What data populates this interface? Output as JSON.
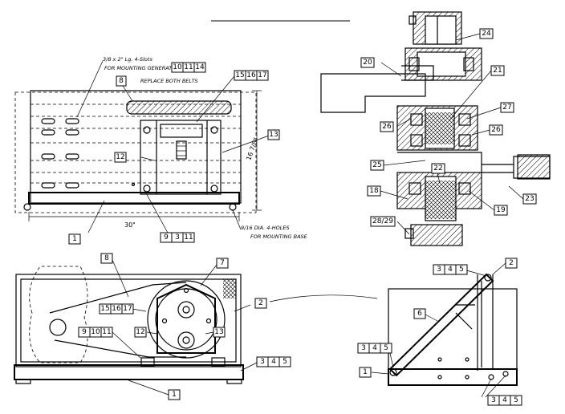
{
  "notes": {
    "slots": "3/8 x 2\" Lg. 4-Slots",
    "slots_purpose": "FOR MOUNTING GENERATOR",
    "replace_belts": "REPLACE BOTH BELTS",
    "holes": "9/16 DIA. 4-HOLES",
    "holes_purpose": "FOR MOUNTING BASE"
  },
  "dimensions": {
    "width": "30\"",
    "height": "16 7/8\""
  },
  "tags": {
    "t1a": "1",
    "t8": "8",
    "t10": "10",
    "t11": "11",
    "t14": "14",
    "t15": "15",
    "t16": "16",
    "t17": "17",
    "t13": "13",
    "t12": "12",
    "t9": "9",
    "t3": "3",
    "t20": "20",
    "t24": "24",
    "t21": "21",
    "t27": "27",
    "t26": "26",
    "t26b": "26",
    "t25": "25",
    "t22": "22",
    "t18": "18",
    "t19": "19",
    "t23": "23",
    "t28": "28/29",
    "t8b": "8",
    "t7": "7",
    "t2": "2",
    "t15b": "15",
    "t16b": "16",
    "t17b": "17",
    "t12b": "12",
    "t13b": "13",
    "t9b": "9",
    "t10b": "10",
    "t11b": "11",
    "t3b": "3",
    "t4b": "4",
    "t5b": "5",
    "t1b": "1",
    "t3c": "3",
    "t4c": "4",
    "t5c": "5",
    "t2c": "2",
    "t6c": "6",
    "t3d": "3",
    "t4d": "4",
    "t5d": "5",
    "t1c": "1",
    "t3e": "3",
    "t4e": "4",
    "t5e": "5"
  }
}
